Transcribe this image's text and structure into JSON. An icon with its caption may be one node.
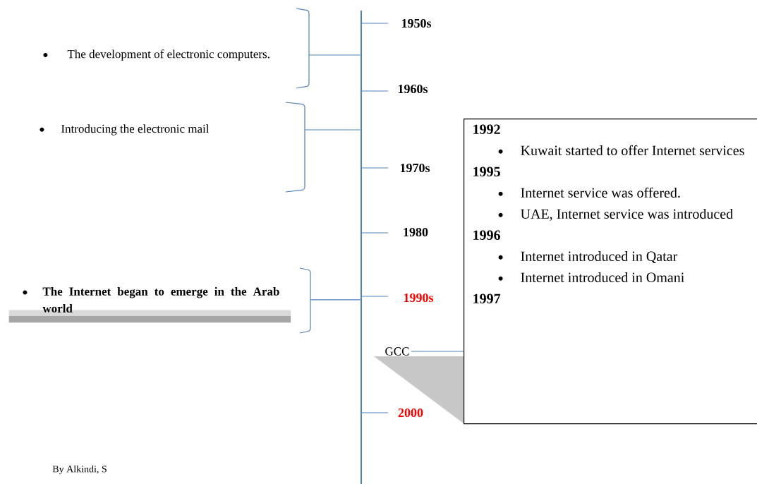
{
  "diagram": {
    "nodes": [
      {
        "text": [],
        "shape": "bar"
      },
      {
        "text": [
          "The development of electronic computers."
        ]
      },
      {
        "text": [
          "Introducing the electronic mail"
        ]
      },
      {
        "text": [
          "The Internet began to emerge in the Arab world"
        ]
      },
      {
        "text": [
          "GCC"
        ]
      },
      {
        "text": [
          "1992",
          "Kuwait started to offer Internet services",
          "1995",
          "Internet service was offered.",
          "UAE, Internet service was introduced",
          "1996",
          "Internet introduced in Qatar",
          "Internet introduced in Omani",
          "1997"
        ]
      }
    ],
    "edges": [
      {
        "from": 1,
        "to": 0,
        "arrow": "none"
      },
      {
        "from": 2,
        "to": 0,
        "arrow": "none"
      },
      {
        "from": 3,
        "to": 0,
        "arrow": "none"
      },
      {
        "from": 4,
        "to": 5,
        "arrow": "none"
      }
    ],
    "labels": [
      "1950s",
      "1960s",
      "1970s",
      "1980",
      "1990s",
      "2000",
      "By Alkindi, S"
    ]
  }
}
